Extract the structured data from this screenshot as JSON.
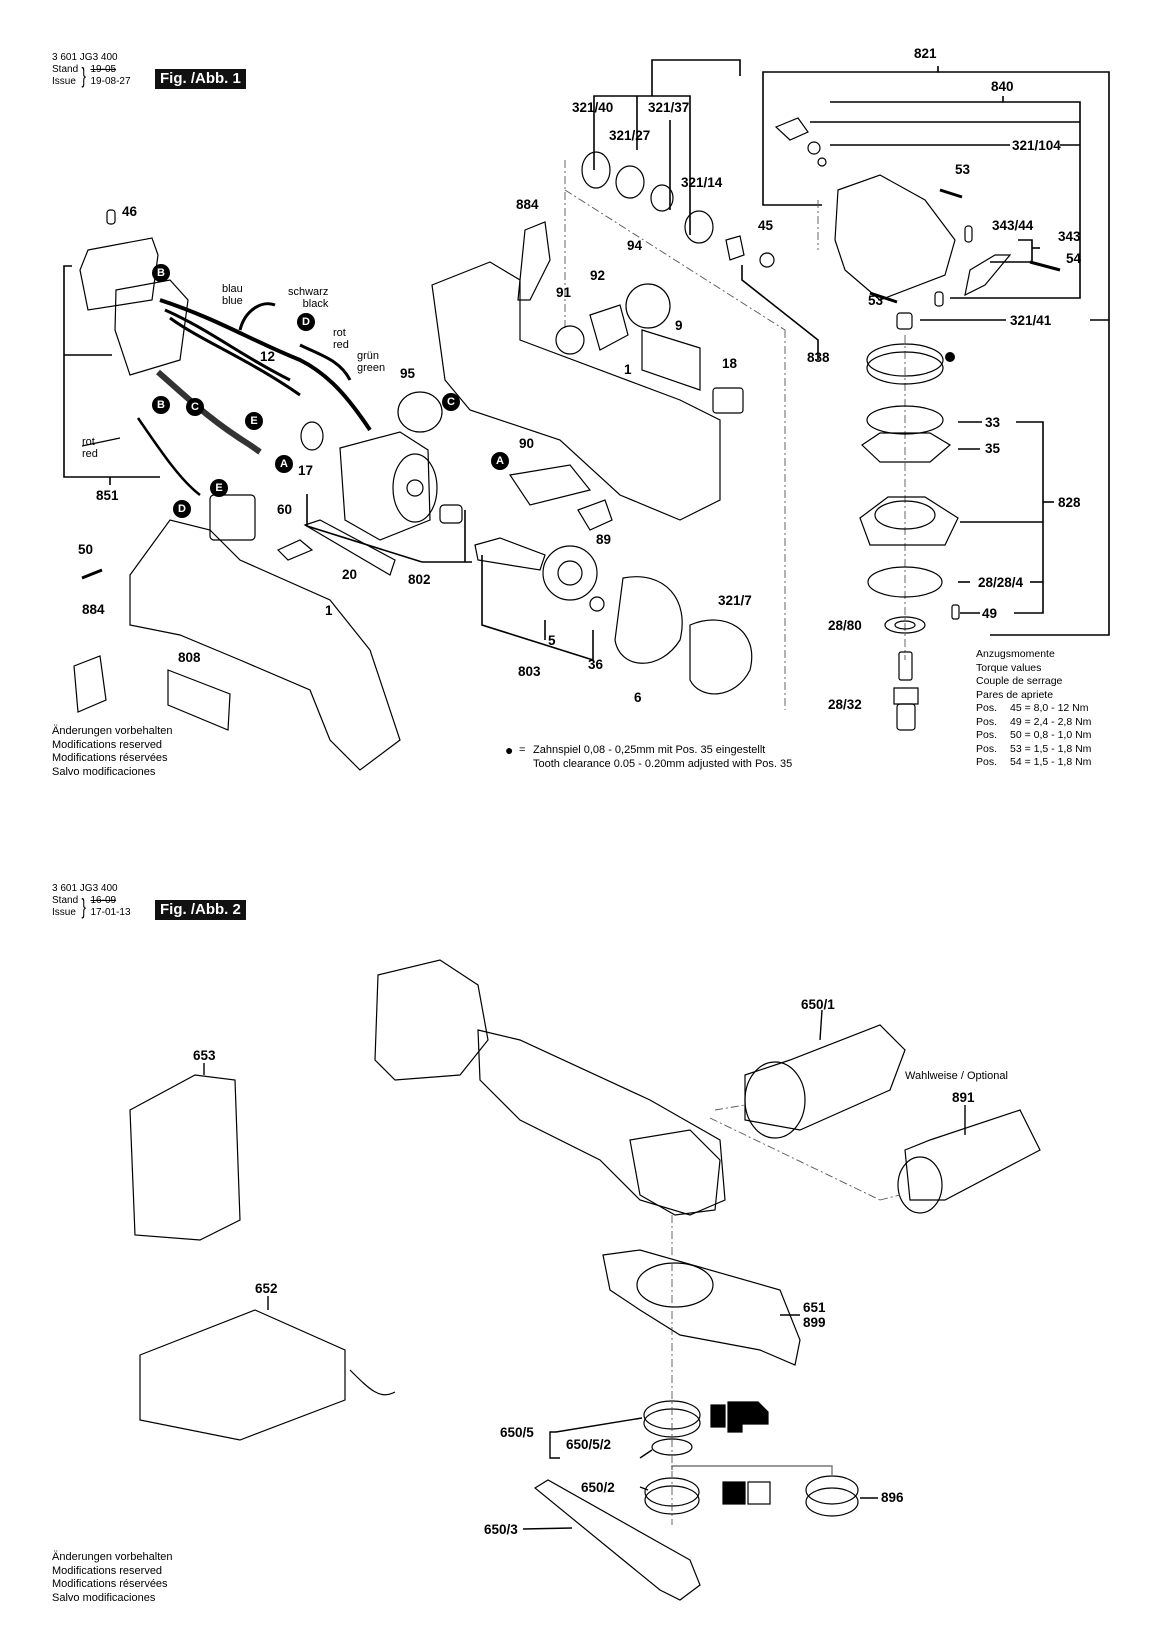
{
  "fig1": {
    "part_code": "3 601 JG3 400",
    "stand_label": "Stand",
    "issue_label": "Issue",
    "stand_date": "19-05",
    "issue_date": "19-08-27",
    "badge": "Fig. /Abb. 1",
    "labels": {
      "p46": "46",
      "p12": "12",
      "p17": "17",
      "p851": "851",
      "p50": "50",
      "p884a": "884",
      "p60": "60",
      "p20": "20",
      "p802": "802",
      "p1a": "1",
      "p808": "808",
      "p95": "95",
      "p884b": "884",
      "p91": "91",
      "p92": "92",
      "p94": "94",
      "p9": "9",
      "p1b": "1",
      "p18": "18",
      "p90": "90",
      "p89": "89",
      "p5": "5",
      "p803": "803",
      "p36": "36",
      "p6": "6",
      "p321_7": "321/7",
      "p321_40": "321/40",
      "p321_27": "321/27",
      "p321_37": "321/37",
      "p321_14": "321/14",
      "p45": "45",
      "p838": "838",
      "p821": "821",
      "p840": "840",
      "p321_104": "321/104",
      "p53a": "53",
      "p343_44": "343/44",
      "p343": "343",
      "p54": "54",
      "p53b": "53",
      "p321_41": "321/41",
      "p33": "33",
      "p35": "35",
      "p828": "828",
      "p28_28_4": "28/28/4",
      "p49": "49",
      "p28_80": "28/80",
      "p28_32": "28/32"
    },
    "wires": {
      "blau": "blau",
      "blue": "blue",
      "schwarz": "schwarz",
      "black": "black",
      "rot1": "rot",
      "red1": "red",
      "gruen": "grün",
      "green": "green",
      "rot2": "rot",
      "red2": "red"
    },
    "connectors": {
      "B1": "B",
      "D1": "D",
      "B2": "B",
      "C1": "C",
      "E1": "E",
      "A1": "A",
      "E2": "E",
      "D2": "D",
      "C2": "C",
      "A2": "A"
    },
    "tooth_note": {
      "symbol": "●",
      "eq": "=",
      "line_de": "Zahnspiel 0,08 - 0,25mm mit Pos. 35 eingestellt",
      "line_en": "Tooth clearance 0.05 - 0.20mm adjusted with Pos. 35"
    },
    "torque": {
      "title_de": "Anzugsmomente",
      "title_en": "Torque values",
      "title_fr": "Couple de serrage",
      "title_es": "Pares de apriete",
      "rows": [
        {
          "pos": "Pos.",
          "value": "45 = 8,0 - 12  Nm"
        },
        {
          "pos": "Pos.",
          "value": "49 = 2,4 - 2,8 Nm"
        },
        {
          "pos": "Pos.",
          "value": "50 = 0,8 - 1,0 Nm"
        },
        {
          "pos": "Pos.",
          "value": "53 = 1,5 - 1,8 Nm"
        },
        {
          "pos": "Pos.",
          "value": "54 = 1,5 - 1,8 Nm"
        }
      ]
    },
    "disclaimer": [
      "Änderungen vorbehalten",
      "Modifications reserved",
      "Modifications réservées",
      "Salvo modificaciones"
    ]
  },
  "fig2": {
    "part_code": "3 601 JG3 400",
    "stand_label": "Stand",
    "issue_label": "Issue",
    "stand_date": "16-09",
    "issue_date": "17-01-13",
    "badge": "Fig. /Abb. 2",
    "labels": {
      "p653": "653",
      "p652": "652",
      "p650_1": "650/1",
      "p891": "891",
      "p651": "651",
      "p899": "899",
      "p650_5": "650/5",
      "p650_5_2": "650/5/2",
      "p650_2": "650/2",
      "p896": "896",
      "p650_3": "650/3"
    },
    "optional_note": "Wahlweise / Optional",
    "disclaimer": [
      "Änderungen vorbehalten",
      "Modifications reserved",
      "Modifications réservées",
      "Salvo modificaciones"
    ]
  }
}
